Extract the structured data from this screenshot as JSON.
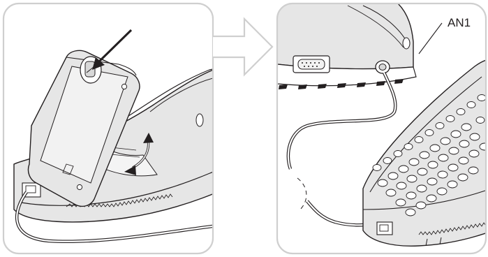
{
  "callouts": {
    "right_panel_label": "AN1"
  },
  "colors": {
    "panel_border": "#cfcfcf",
    "line_art": "#231f20",
    "device_shade": "#e6e6e6"
  },
  "icons": {
    "step_arrow": "right-arrow-outline",
    "push_direction": "diagonal-arrow",
    "rotate_direction": "curved-arrow"
  }
}
